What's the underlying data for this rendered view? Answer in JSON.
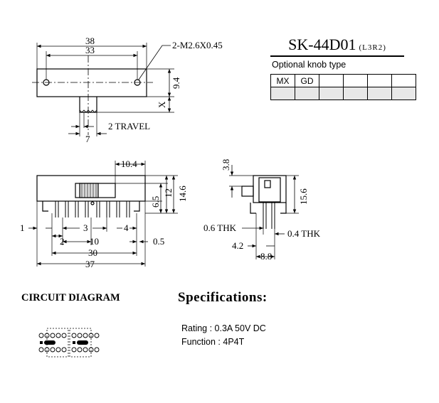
{
  "part": {
    "model": "SK-44D01",
    "variant": "(L3R2)"
  },
  "knob": {
    "caption": "Optional knob type",
    "cells": [
      "MX",
      "GD",
      "",
      "",
      "",
      ""
    ]
  },
  "top_view": {
    "width_38": "38",
    "hole_33": "33",
    "screw_note": "2-M2.6X0.45",
    "height_9_4": "9.4",
    "x_dim": "X",
    "travel_note": "2 TRAVEL",
    "knob_7": "7"
  },
  "side_view": {
    "d10_4": "10.4",
    "d6_5": "6.5",
    "d12": "12",
    "d14_6": "14.6",
    "d1": "1",
    "d2": "2",
    "d3": "3",
    "d4": "4",
    "d10": "10",
    "d0_5": "0.5",
    "d30": "30",
    "d37": "37"
  },
  "end_view": {
    "d3_8": "3.8",
    "d15_6": "15.6",
    "thk06": "0.6  THK",
    "thk04": "0.4  THK",
    "d4_2": "4.2",
    "d8_8": "8.8"
  },
  "circuit": {
    "title": "CIRCUIT DIAGRAM"
  },
  "specs": {
    "title": "Specifications:",
    "rating": "Rating : 0.3A  50V  DC",
    "function": "Function : 4P4T"
  }
}
